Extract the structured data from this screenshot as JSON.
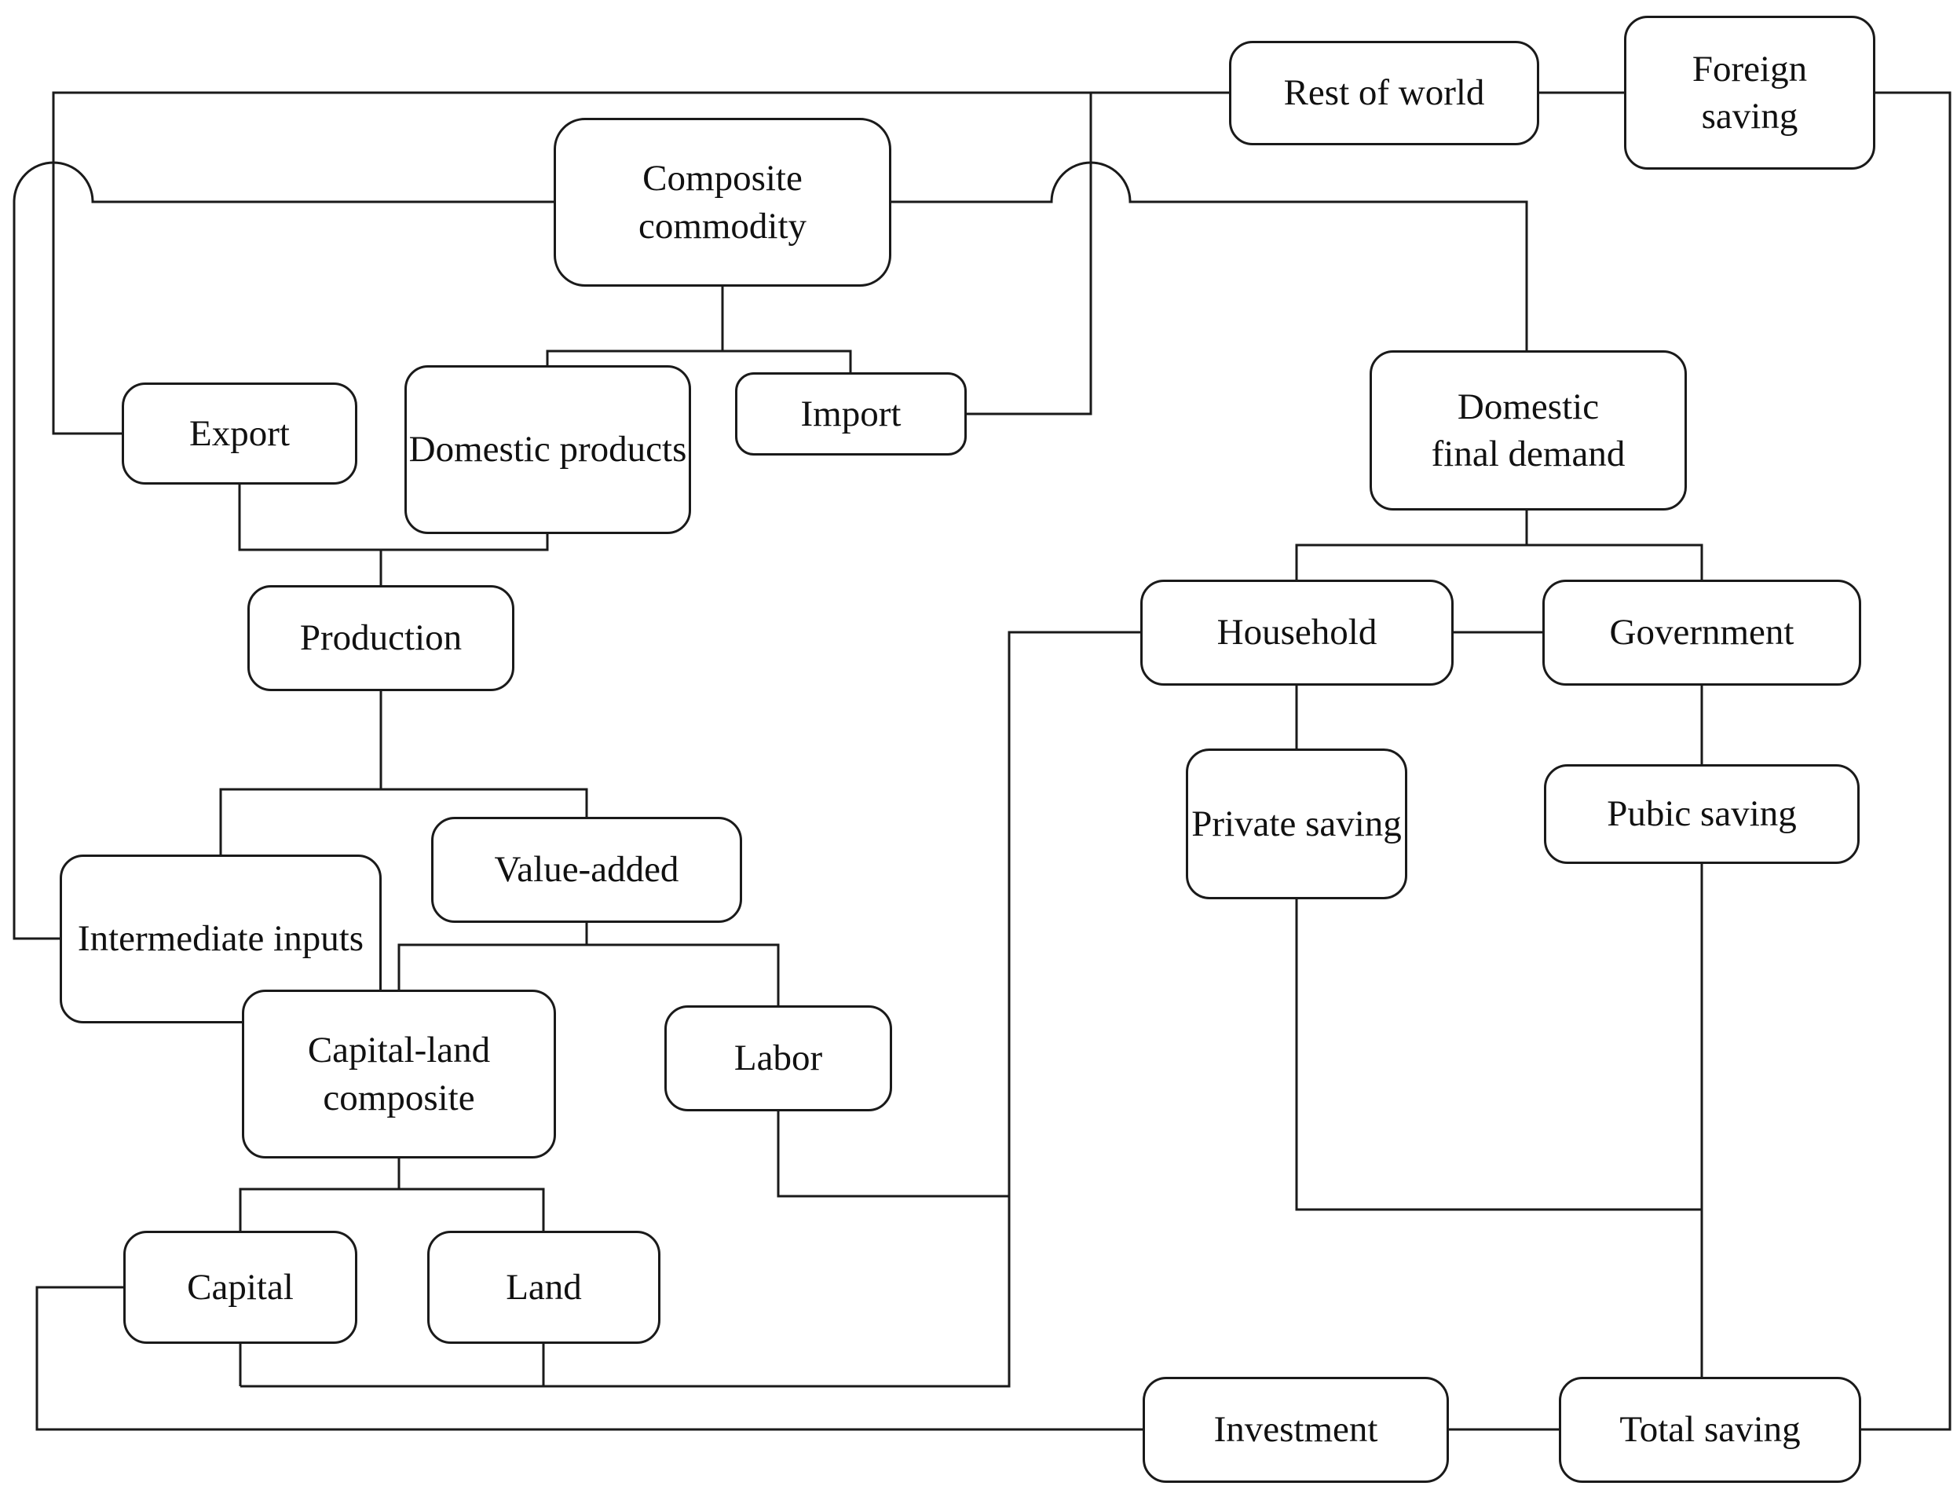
{
  "diagram": {
    "type": "flowchart",
    "colors": {
      "background": "#ffffff",
      "line": "#1a1a1a",
      "text": "#111111"
    },
    "nodes": {
      "rest_of_world": "Rest of world",
      "foreign_saving": "Foreign saving",
      "composite_commodity": "Composite commodity",
      "export": "Export",
      "domestic_products": "Domestic products",
      "import": "Import",
      "domestic_final_demand": "Domestic final demand",
      "production": "Production",
      "household": "Household",
      "government": "Government",
      "intermediate_inputs": "Intermediate inputs",
      "value_added": "Value-added",
      "private_saving": "Private saving",
      "pubic_saving": "Pubic saving",
      "capital_land_composite": "Capital-land composite",
      "labor": "Labor",
      "capital": "Capital",
      "land": "Land",
      "investment": "Investment",
      "total_saving": "Total saving"
    }
  }
}
